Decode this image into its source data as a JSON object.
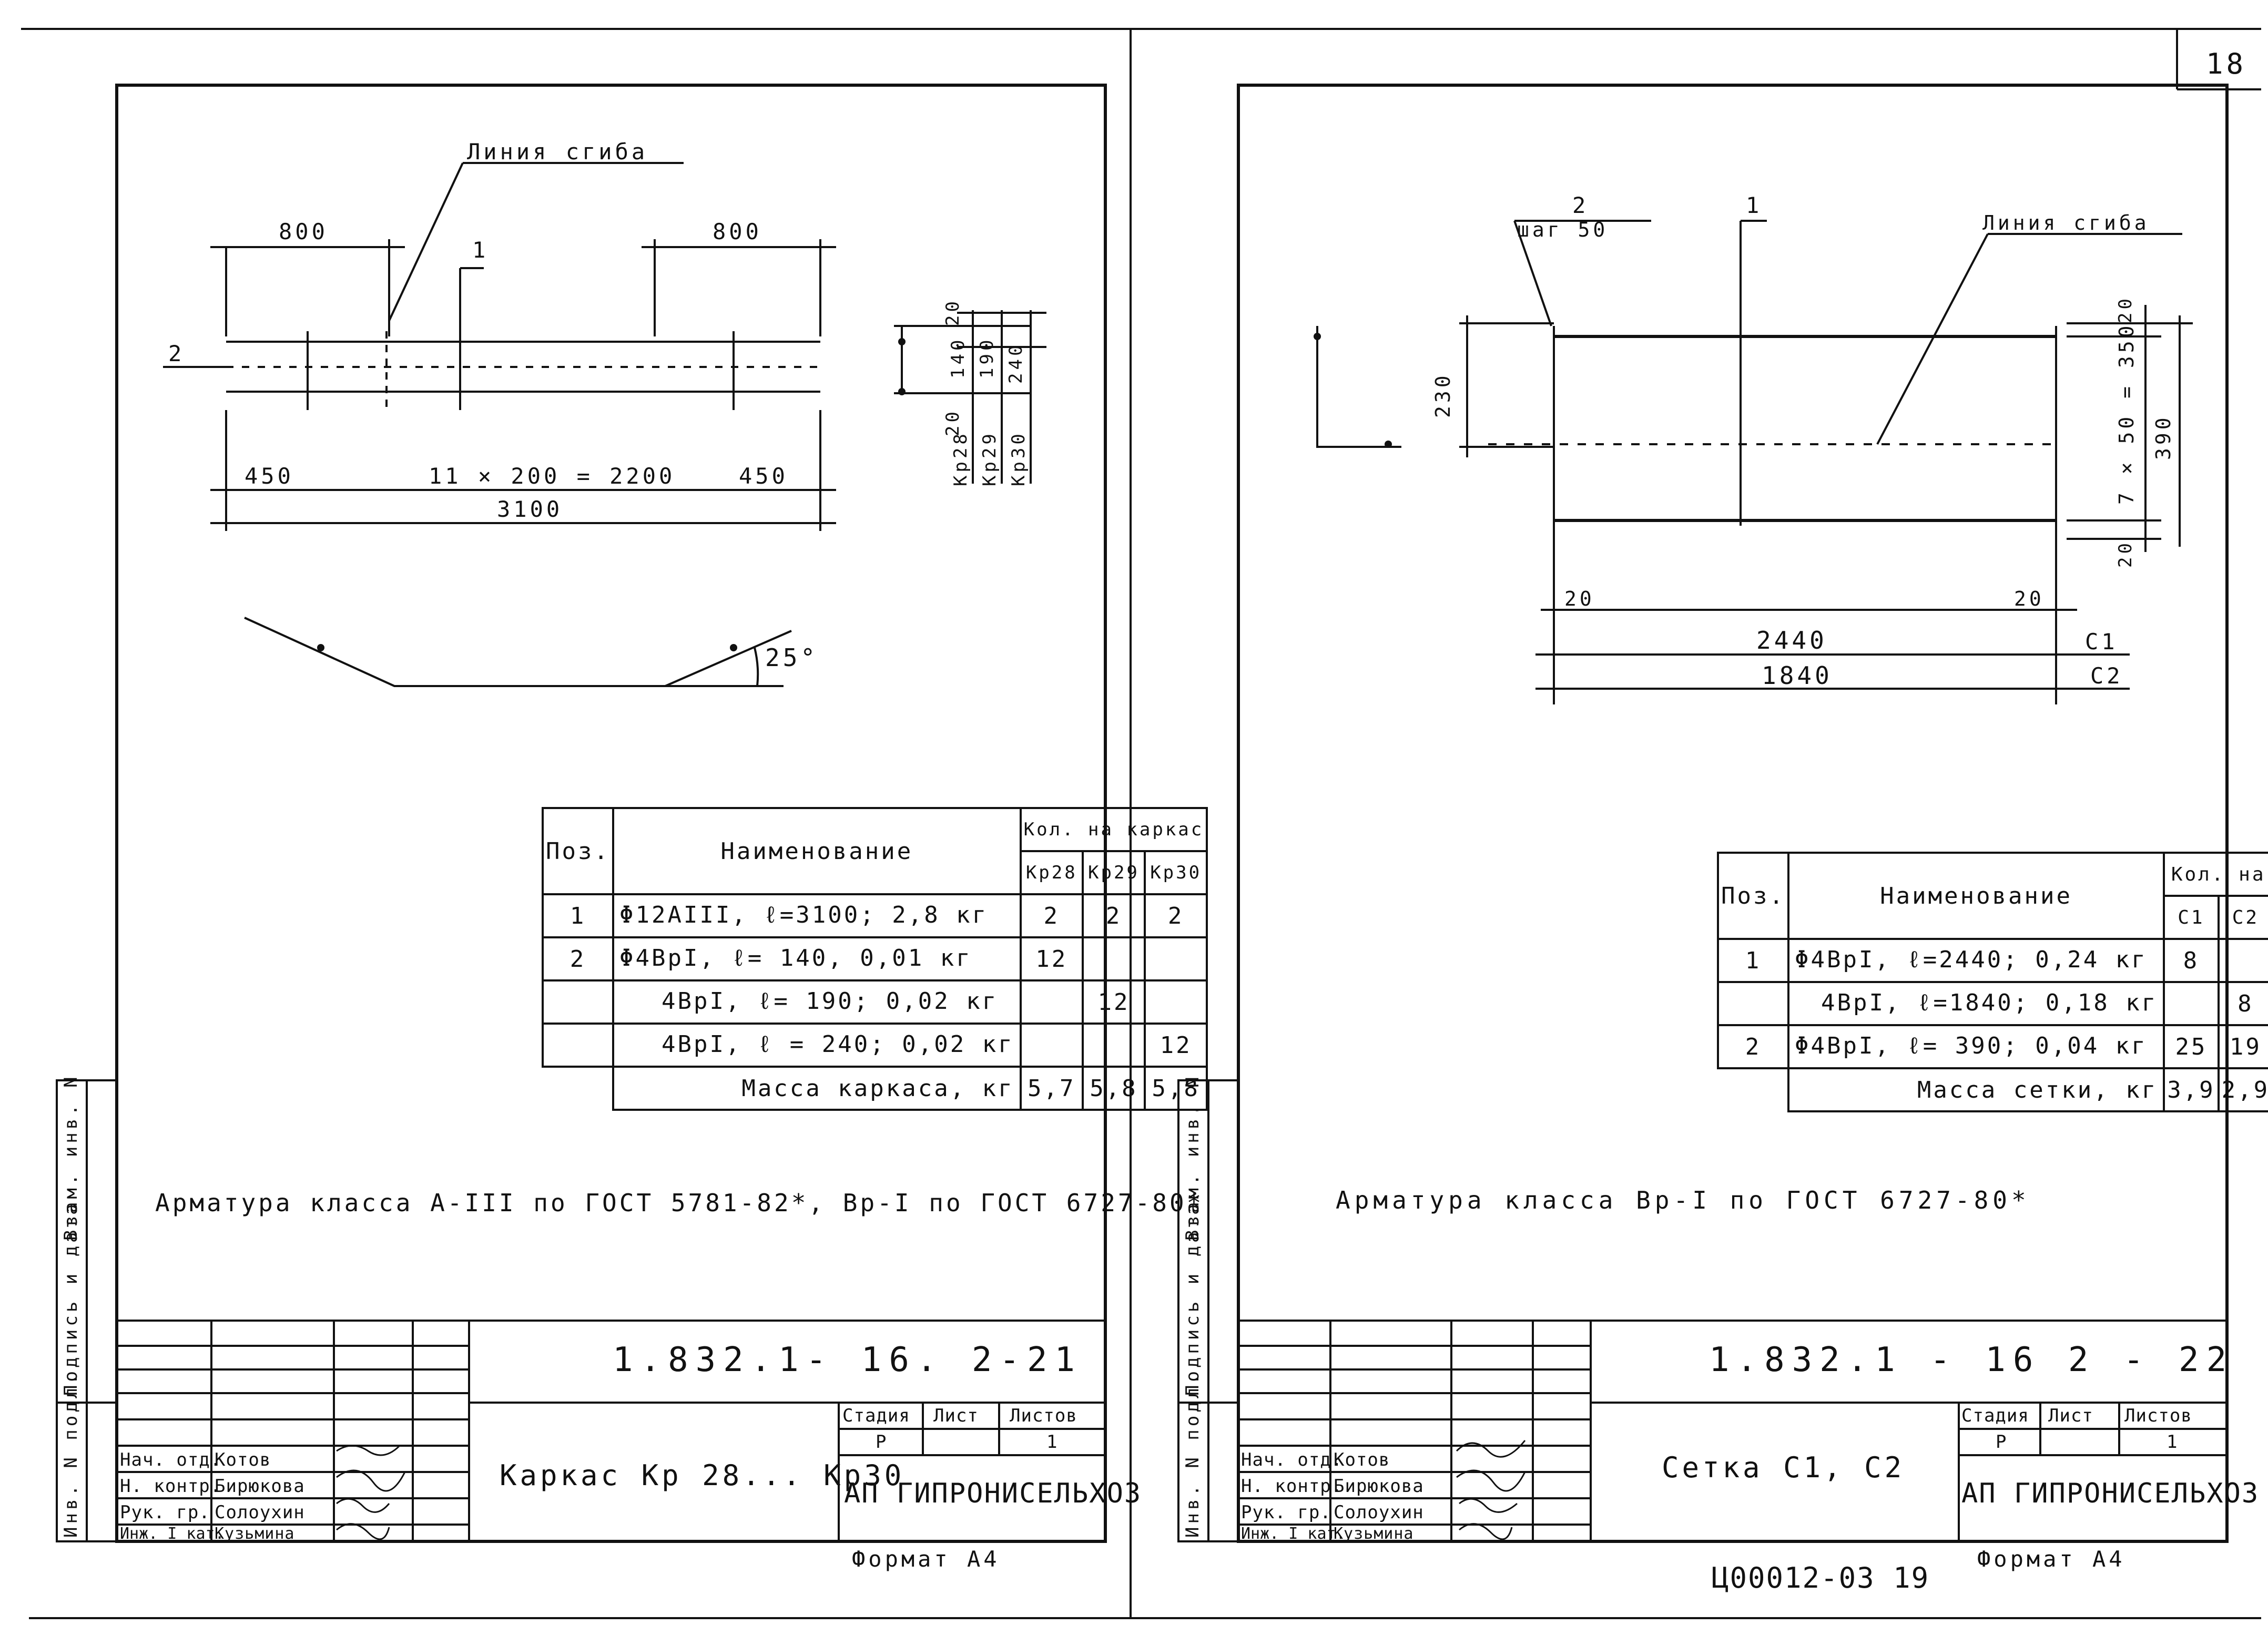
{
  "page_number": "18",
  "left": {
    "drawing": {
      "bend_line_label": "Линия сгиба",
      "dim_800_left": "800",
      "dim_800_right": "800",
      "pos1": "1",
      "pos2": "2",
      "dim_450_left": "450",
      "dim_span": "11 × 200 = 2200",
      "dim_450_right": "450",
      "dim_total": "3100",
      "angle": "25°",
      "section_dims": [
        "20",
        "140",
        "190",
        "240",
        "20"
      ],
      "section_marks": [
        "Кр28",
        "Кр29",
        "Кр30"
      ]
    },
    "spec": {
      "h_pos": "Поз.",
      "h_name": "Наименование",
      "h_qty": "Кол. на каркас",
      "cols": [
        "Кр28",
        "Кр29",
        "Кр30"
      ],
      "rows": [
        {
          "pos": "1",
          "name": "Φ12AIII, ℓ=3100; 2,8 кг",
          "q": [
            "2",
            "2",
            "2"
          ]
        },
        {
          "pos": "2",
          "name": "Φ4BpI, ℓ= 140, 0,01 кг",
          "q": [
            "12",
            "",
            ""
          ]
        },
        {
          "pos": "",
          "name": "4BpI, ℓ= 190; 0,02 кг",
          "q": [
            "",
            "12",
            ""
          ]
        },
        {
          "pos": "",
          "name": "4BpI, ℓ = 240; 0,02 кг",
          "q": [
            "",
            "",
            "12"
          ]
        }
      ],
      "total_label": "Масса каркаса, кг",
      "total": [
        "5,7",
        "5,8",
        "5,8"
      ]
    },
    "note": "Арматура класса A-III по ГОСТ 5781-82*, Bp-I по ГОСТ 6727-80*",
    "side_labels": {
      "a": "Взам. инв. N",
      "b": "Подпись и дата",
      "c": "Инв. N подл."
    },
    "title_block": {
      "code": "1.832.1- 16. 2-21",
      "title": "Каркас Кр 28... Кр30",
      "stage_h": "Стадия",
      "sheet_h": "Лист",
      "sheets_h": "Листов",
      "stage": "Р",
      "sheets": "1",
      "org": "АП ГИПРОНИСЕЛЬХОЗ",
      "people": [
        {
          "role": "Нач. отд.",
          "name": "Котов"
        },
        {
          "role": "Н. контр.",
          "name": "Бирюкова"
        },
        {
          "role": "Рук. гр.",
          "name": "Солоухин"
        },
        {
          "role": "Инж. I кат.",
          "name": "Кузьмина"
        }
      ],
      "format": "Формат A4"
    }
  },
  "right": {
    "drawing": {
      "pos2": "2",
      "step": "шаг 50",
      "pos1": "1",
      "bend_line_label": "Линия сгиба",
      "dim_230": "230",
      "dim_20_top": "20",
      "dim_7x50": "7 × 50 = 350",
      "dim_390": "390",
      "dim_20_bottom": "20",
      "dim_20_left": "20",
      "dim_20_right": "20",
      "dim_2440": "2440",
      "dim_1840": "1840",
      "c1": "C1",
      "c2": "C2"
    },
    "spec": {
      "h_pos": "Поз.",
      "h_name": "Наименование",
      "h_qty": "Кол. на",
      "cols": [
        "C1",
        "C2"
      ],
      "rows": [
        {
          "pos": "1",
          "name": "Φ4BpI, ℓ=2440; 0,24 кг",
          "q": [
            "8",
            ""
          ]
        },
        {
          "pos": "",
          "name": "4BpI, ℓ=1840; 0,18 кг",
          "q": [
            "",
            "8"
          ]
        },
        {
          "pos": "2",
          "name": "Φ4BpI, ℓ= 390; 0,04 кг",
          "q": [
            "25",
            "19"
          ]
        }
      ],
      "total_label": "Масса сетки, кг",
      "total": [
        "3,9",
        "2,9"
      ]
    },
    "note": "Арматура класса Bp-I по ГОСТ 6727-80*",
    "side_labels": {
      "a": "Взам. инв. N",
      "b": "Подпись и дата",
      "c": "Инв. N подл."
    },
    "title_block": {
      "code": "1.832.1 - 16 2 - 22",
      "title": "Сетка C1, C2",
      "stage_h": "Стадия",
      "sheet_h": "Лист",
      "sheets_h": "Листов",
      "stage": "Р",
      "sheets": "1",
      "org": "АП ГИПРОНИСЕЛЬХОЗ",
      "people": [
        {
          "role": "Нач. отд.",
          "name": "Котов"
        },
        {
          "role": "Н. контр.",
          "name": "Бирюкова"
        },
        {
          "role": "Рук. гр.",
          "name": "Солоухин"
        },
        {
          "role": "Инж. I кат.",
          "name": "Кузьмина"
        }
      ],
      "format": "Формат A4"
    },
    "archive_code": "Ц00012-03 19"
  }
}
